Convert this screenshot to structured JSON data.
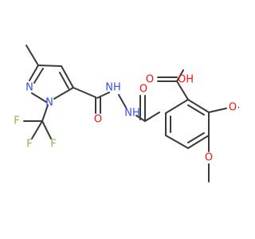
{
  "atoms": [
    {
      "id": "N_ring_a",
      "text": "N",
      "color": "#3050F8"
    },
    {
      "id": "N_ring_b",
      "text": "N",
      "color": "#3050F8"
    },
    {
      "id": "F_1",
      "text": "F",
      "color": "#7FBF3F"
    },
    {
      "id": "F_2",
      "text": "F",
      "color": "#7FBF3F"
    },
    {
      "id": "F_3",
      "text": "F",
      "color": "#7FBF3F"
    },
    {
      "id": "O_amide_1",
      "text": "O",
      "color": "#FF0D0D"
    },
    {
      "id": "NH_1",
      "text": "NH",
      "color": "#3050F8"
    },
    {
      "id": "NH_2",
      "text": "NH",
      "color": "#3050F8"
    },
    {
      "id": "O_amide_2",
      "text": "O",
      "color": "#FF0D0D"
    },
    {
      "id": "O_acid_carbonyl",
      "text": "O",
      "color": "#FF0D0D"
    },
    {
      "id": "OH_acid",
      "text": "OH",
      "color": "#FF0D0D"
    },
    {
      "id": "O_methoxy_1",
      "text": "O",
      "color": "#FF0D0D"
    },
    {
      "id": "O_methoxy_2",
      "text": "O",
      "color": "#FF0D0D"
    }
  ]
}
